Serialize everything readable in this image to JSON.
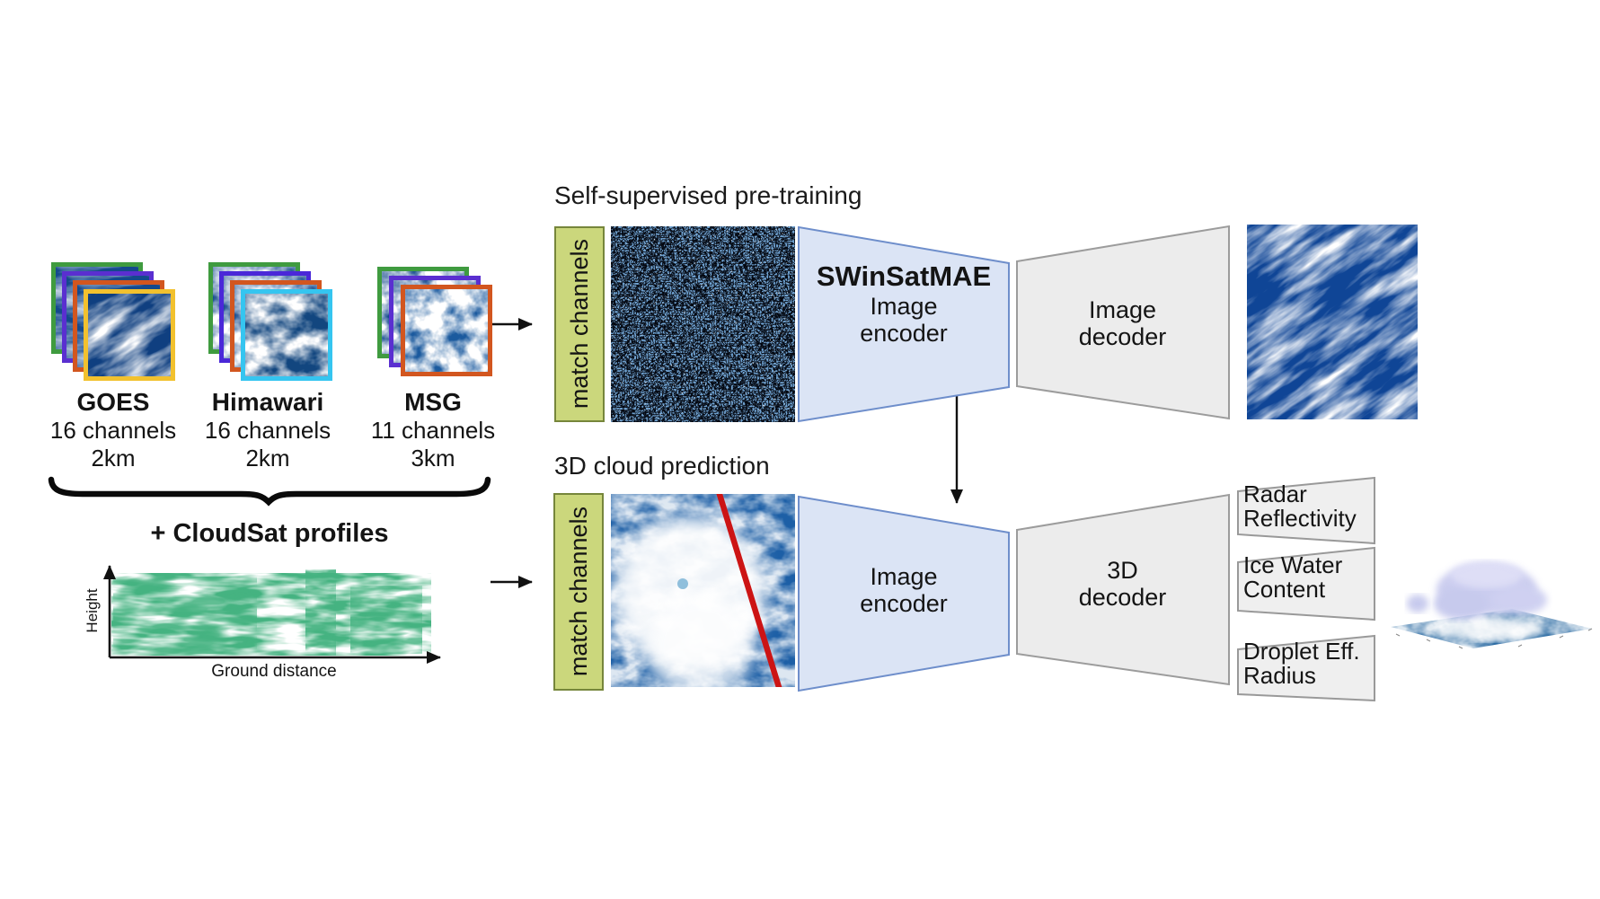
{
  "figure": {
    "inputs": {
      "satellites": [
        {
          "name": "GOES",
          "channels": "16 channels",
          "resolution": "2km"
        },
        {
          "name": "Himawari",
          "channels": "16 channels",
          "resolution": "2km"
        },
        {
          "name": "MSG",
          "channels": "11 channels",
          "resolution": "3km"
        }
      ],
      "cloudsat_label": "+ CloudSat profiles",
      "profile_axes": {
        "y": "Height",
        "x": "Ground distance"
      }
    },
    "pretraining": {
      "title": "Self-supervised pre-training",
      "match_channels": "match channels",
      "encoder": {
        "model": "SWinSatMAE",
        "line1": "Image",
        "line2": "encoder"
      },
      "decoder": {
        "line1": "Image",
        "line2": "decoder"
      }
    },
    "prediction": {
      "title": "3D cloud prediction",
      "match_channels": "match channels",
      "encoder": {
        "line1": "Image",
        "line2": "encoder"
      },
      "decoder": {
        "line1": "3D",
        "line2": "decoder"
      },
      "outputs": [
        {
          "line1": "Radar",
          "line2": "Reflectivity"
        },
        {
          "line1": "Ice Water",
          "line2": "Content"
        },
        {
          "line1": "Droplet Eff.",
          "line2": "Radius"
        }
      ]
    },
    "colors": {
      "match_channels_fill": "#cbd77c",
      "match_channels_border": "#76863b",
      "encoder_fill": "#dbe4f5",
      "encoder_border": "#6e8ecb",
      "decoder_fill": "#ececec",
      "decoder_border": "#9c9c9c",
      "goes_frames": [
        "#3f9b3f",
        "#5a2fd0",
        "#d2561f",
        "#f2c12e"
      ],
      "himawari_frames": [
        "#3f9b3f",
        "#4a28d8",
        "#d2561f",
        "#35c5f0"
      ],
      "msg_frames": [
        "#3f9b3f",
        "#5a2fd0",
        "#d2561f"
      ],
      "cloudsat_track": "#cc1414",
      "arrow": "#111111"
    }
  }
}
